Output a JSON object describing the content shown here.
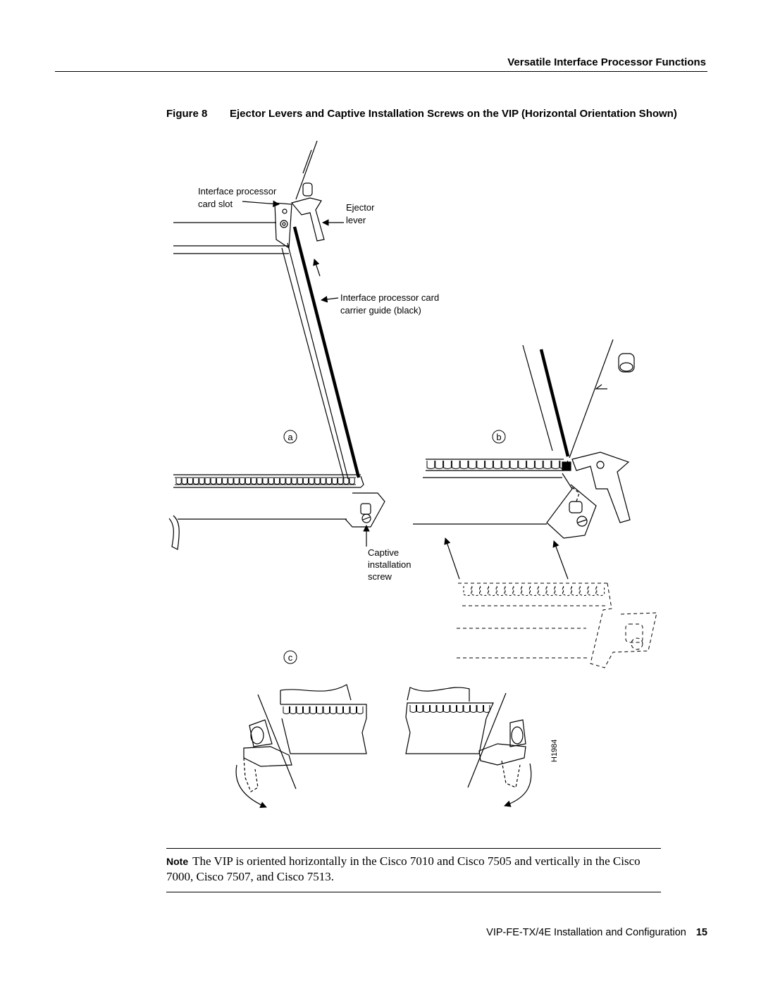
{
  "header": {
    "section_title": "Versatile Interface Processor Functions"
  },
  "figure": {
    "number": "Figure 8",
    "caption": "Ejector Levers and Captive Installation Screws on the VIP (Horizontal Orientation Shown)",
    "labels": {
      "card_slot_1": "Interface processor",
      "card_slot_2": "card slot",
      "ejector_1": "Ejector",
      "ejector_2": "lever",
      "guide_1": "Interface processor card",
      "guide_2": "carrier guide (black)",
      "screw_1": "Captive",
      "screw_2": "installation",
      "screw_3": "screw",
      "panel_a": "a",
      "panel_b": "b",
      "panel_c": "c",
      "art_id": "H1984"
    }
  },
  "note": {
    "label": "Note",
    "text": "The VIP is oriented horizontally in the Cisco 7010 and Cisco 7505 and vertically in the Cisco 7000, Cisco 7507, and Cisco 7513."
  },
  "footer": {
    "title": "VIP-FE-TX/4E Installation and Configuration",
    "page_number": "15"
  }
}
